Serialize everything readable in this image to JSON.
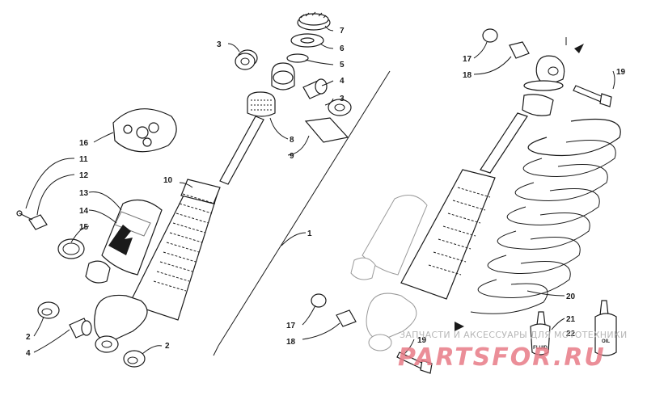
{
  "callouts": {
    "c1": "1",
    "c2a": "2",
    "c2b": "2",
    "c3a": "3",
    "c3b": "3",
    "c4a": "4",
    "c4b": "4",
    "c5": "5",
    "c6": "6",
    "c7": "7",
    "c8": "8",
    "c9": "9",
    "c10": "10",
    "c11": "11",
    "c12": "12",
    "c13": "13",
    "c14": "14",
    "c15": "15",
    "c16": "16",
    "c17a": "17",
    "c17b": "17",
    "c18a": "18",
    "c18b": "18",
    "c19a": "19",
    "c19b": "19",
    "c20": "20",
    "c21": "21",
    "c22": "22"
  },
  "bottle_labels": {
    "fluid": "FLUID",
    "oil": "OIL"
  },
  "watermark": {
    "text": "ЗАПЧАСТИ И АКСЕССУАРЫ ДЛЯ МОТОТЕХНИКИ",
    "logo": "PARTSFOR.RU",
    "logo_color": "#e87a86"
  }
}
